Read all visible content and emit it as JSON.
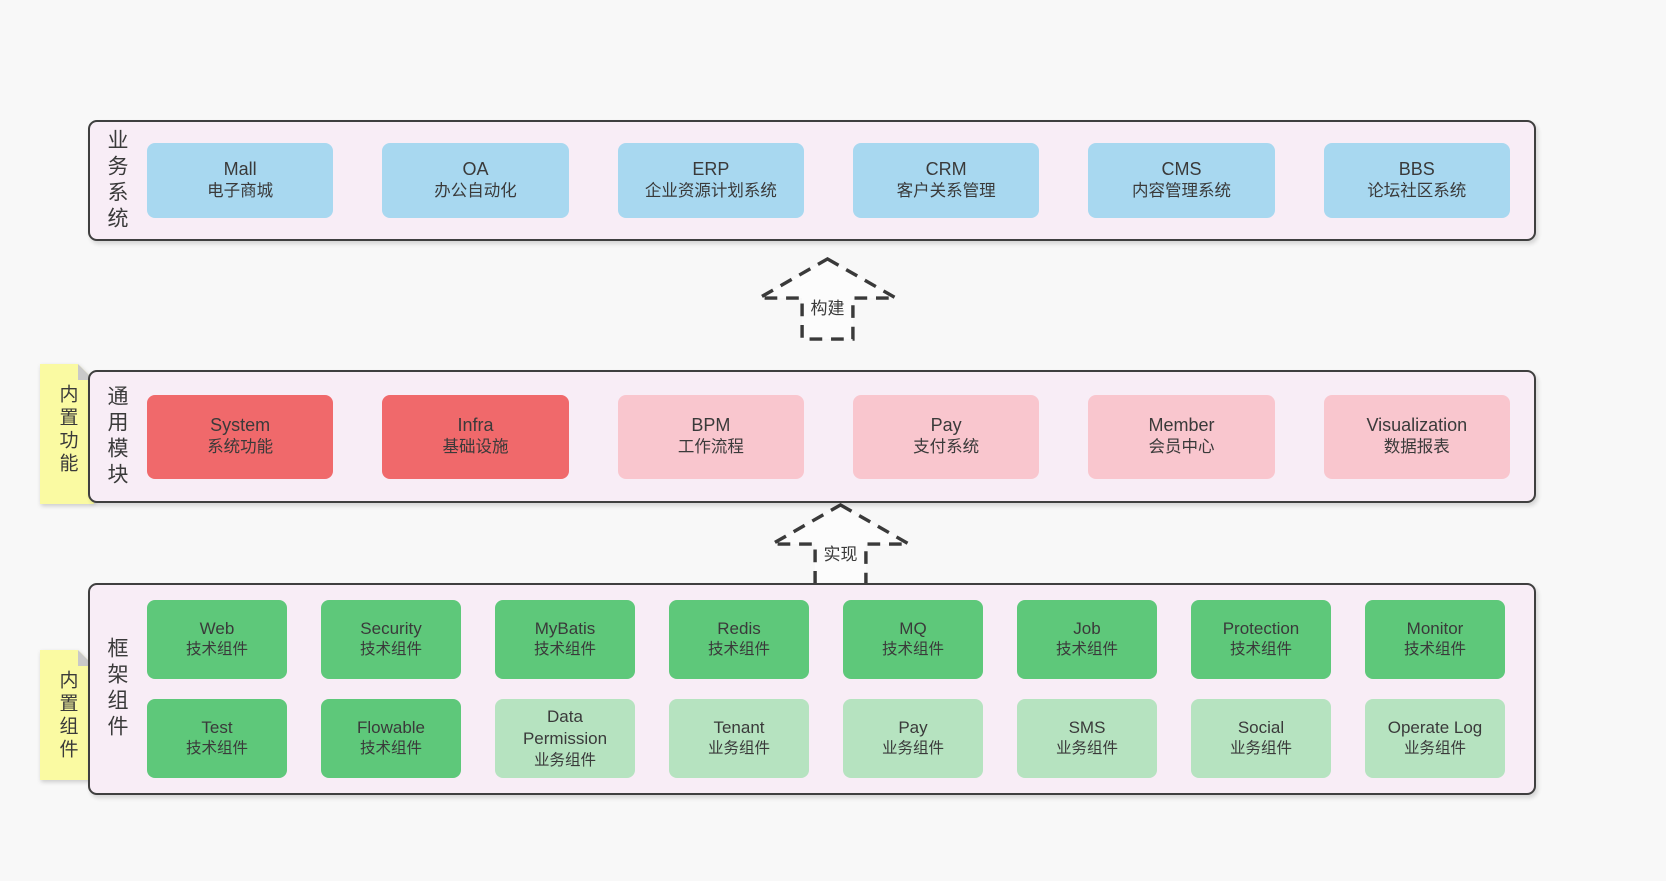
{
  "diagram": {
    "arrows": [
      {
        "label": "构建"
      },
      {
        "label": "实现"
      }
    ],
    "layers": [
      {
        "id": "business",
        "label": "业务系统",
        "note": "",
        "rows": [
          [
            {
              "title": "Mall",
              "subtitle": "电子商城",
              "type": "blue"
            },
            {
              "title": "OA",
              "subtitle": "办公自动化",
              "type": "blue"
            },
            {
              "title": "ERP",
              "subtitle": "企业资源计划系统",
              "type": "blue"
            },
            {
              "title": "CRM",
              "subtitle": "客户关系管理",
              "type": "blue"
            },
            {
              "title": "CMS",
              "subtitle": "内容管理系统",
              "type": "blue"
            },
            {
              "title": "BBS",
              "subtitle": "论坛社区系统",
              "type": "blue"
            }
          ]
        ]
      },
      {
        "id": "modules",
        "label": "通用模块",
        "note": "内置功能",
        "rows": [
          [
            {
              "title": "System",
              "subtitle": "系统功能",
              "type": "red"
            },
            {
              "title": "Infra",
              "subtitle": "基础设施",
              "type": "red"
            },
            {
              "title": "BPM",
              "subtitle": "工作流程",
              "type": "pink"
            },
            {
              "title": "Pay",
              "subtitle": "支付系统",
              "type": "pink"
            },
            {
              "title": "Member",
              "subtitle": "会员中心",
              "type": "pink"
            },
            {
              "title": "Visualization",
              "subtitle": "数据报表",
              "type": "pink"
            }
          ]
        ]
      },
      {
        "id": "components",
        "label": "框架组件",
        "note": "内置组件",
        "rows": [
          [
            {
              "title": "Web",
              "subtitle": "技术组件",
              "type": "green"
            },
            {
              "title": "Security",
              "subtitle": "技术组件",
              "type": "green"
            },
            {
              "title": "MyBatis",
              "subtitle": "技术组件",
              "type": "green"
            },
            {
              "title": "Redis",
              "subtitle": "技术组件",
              "type": "green"
            },
            {
              "title": "MQ",
              "subtitle": "技术组件",
              "type": "green"
            },
            {
              "title": "Job",
              "subtitle": "技术组件",
              "type": "green"
            },
            {
              "title": "Protection",
              "subtitle": "技术组件",
              "type": "green"
            },
            {
              "title": "Monitor",
              "subtitle": "技术组件",
              "type": "green"
            }
          ],
          [
            {
              "title": "Test",
              "subtitle": "技术组件",
              "type": "green"
            },
            {
              "title": "Flowable",
              "subtitle": "技术组件",
              "type": "green"
            },
            {
              "title": "Data Permission",
              "subtitle": "业务组件",
              "type": "lightgreen"
            },
            {
              "title": "Tenant",
              "subtitle": "业务组件",
              "type": "lightgreen"
            },
            {
              "title": "Pay",
              "subtitle": "业务组件",
              "type": "lightgreen"
            },
            {
              "title": "SMS",
              "subtitle": "业务组件",
              "type": "lightgreen"
            },
            {
              "title": "Social",
              "subtitle": "业务组件",
              "type": "lightgreen"
            },
            {
              "title": "Operate Log",
              "subtitle": "业务组件",
              "type": "lightgreen"
            }
          ]
        ]
      }
    ],
    "colors": {
      "blue": "#a8d8f0",
      "red": "#f0696b",
      "pink": "#f9c6ce",
      "green": "#5ec87a",
      "lightgreen": "#b6e3c0",
      "layer_bg": "#f8edf6",
      "note_bg": "#fafaa2",
      "note_fold": "#c9c9c9",
      "border": "#3f3f3f",
      "text": "#3a3a3a",
      "page_bg": "#f8f8f8"
    }
  }
}
